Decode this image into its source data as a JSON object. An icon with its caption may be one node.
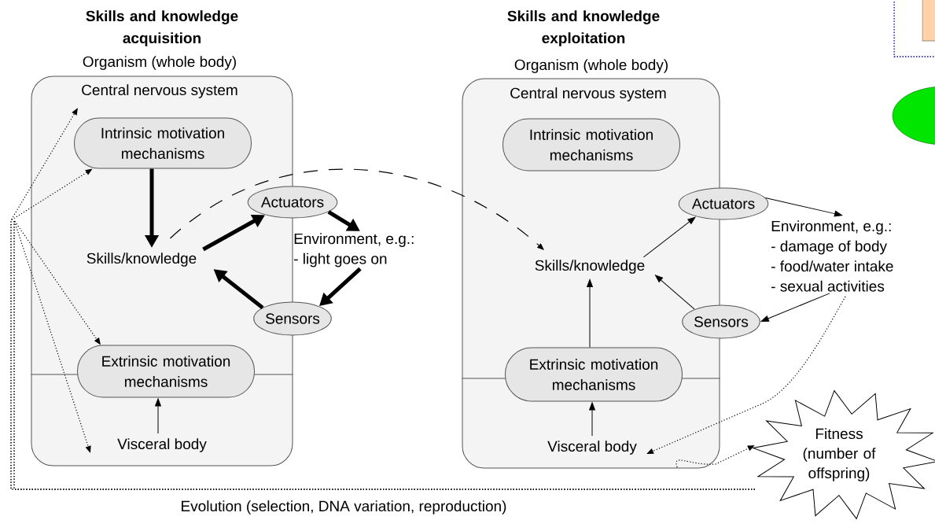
{
  "diagram": {
    "nodes": [
      {
        "text": [
          "Skills and knowledge acquisition",
          "Organism (whole body)"
        ]
      },
      {
        "text": [
          "Intrinsic motivation mechanisms"
        ],
        "in": 0
      },
      {
        "text": [
          "Skills/knowledge"
        ],
        "in": 0
      },
      {
        "text": [
          "Actuators"
        ]
      },
      {
        "text": [
          "Sensors"
        ]
      },
      {
        "text": [
          "Environment, e.g.:",
          "- light goes on"
        ]
      },
      {
        "text": [
          "Extrinsic motivation mechanisms"
        ],
        "in": 0
      },
      {
        "text": [
          "Visceral  body"
        ],
        "in": 0
      },
      {
        "text": [
          "Skills and knowledge exploitation",
          "Organism (whole body)"
        ]
      },
      {
        "text": [
          "Intrinsic motivation mechanisms"
        ],
        "in": 8
      },
      {
        "text": [
          "Skills/knowledge"
        ],
        "in": 8
      },
      {
        "text": [
          "Actuators"
        ]
      },
      {
        "text": [
          "Sensors"
        ]
      },
      {
        "text": [
          "Environment, e.g.:",
          "- damage of body",
          "- food/water intake",
          "- sexual activities"
        ]
      },
      {
        "text": [
          "Extrinsic motivation mechanisms"
        ],
        "in": 8
      },
      {
        "text": [
          "Visceral  body"
        ],
        "in": 8
      },
      {
        "text": [
          "Fitness (number of offspring)"
        ]
      },
      {
        "text": [
          "Central nervous system"
        ],
        "in": 0
      },
      {
        "text": [
          "Central nervous system"
        ],
        "in": 8
      }
    ],
    "edges": [
      {
        "from": 1,
        "to": 2,
        "arrow": "to",
        "style": "thick"
      },
      {
        "from": 2,
        "to": 3,
        "arrow": "to",
        "style": "thick"
      },
      {
        "from": 3,
        "to": 5,
        "arrow": "to",
        "style": "thick"
      },
      {
        "from": 5,
        "to": 4,
        "arrow": "to",
        "style": "thick"
      },
      {
        "from": 4,
        "to": 2,
        "arrow": "to",
        "style": "thick"
      },
      {
        "from": 7,
        "to": 6,
        "arrow": "to"
      },
      {
        "from": 2,
        "to": 10,
        "arrow": "to",
        "style": "dashed"
      },
      {
        "from": 10,
        "to": 11,
        "arrow": "to"
      },
      {
        "from": 11,
        "to": 13,
        "arrow": "to"
      },
      {
        "from": 13,
        "to": 12,
        "arrow": "to"
      },
      {
        "from": 12,
        "to": 10,
        "arrow": "to"
      },
      {
        "from": 14,
        "to": 10,
        "arrow": "to"
      },
      {
        "from": 15,
        "to": 14,
        "arrow": "to"
      },
      {
        "from": 13,
        "to": 15,
        "arrow": "to",
        "style": "dashed"
      },
      {
        "from": 15,
        "to": 16,
        "arrow": "to",
        "style": "dashed"
      },
      {
        "from": 16,
        "to": 17,
        "arrow": "to",
        "style": "dashed",
        "label": "Evolution (selection, DNA variation, reproduction)"
      },
      {
        "from": 16,
        "to": 1,
        "arrow": "to",
        "style": "dashed"
      },
      {
        "from": 16,
        "to": 6,
        "arrow": "to",
        "style": "dashed"
      },
      {
        "from": 16,
        "to": 7,
        "arrow": "to",
        "style": "dashed"
      }
    ]
  }
}
